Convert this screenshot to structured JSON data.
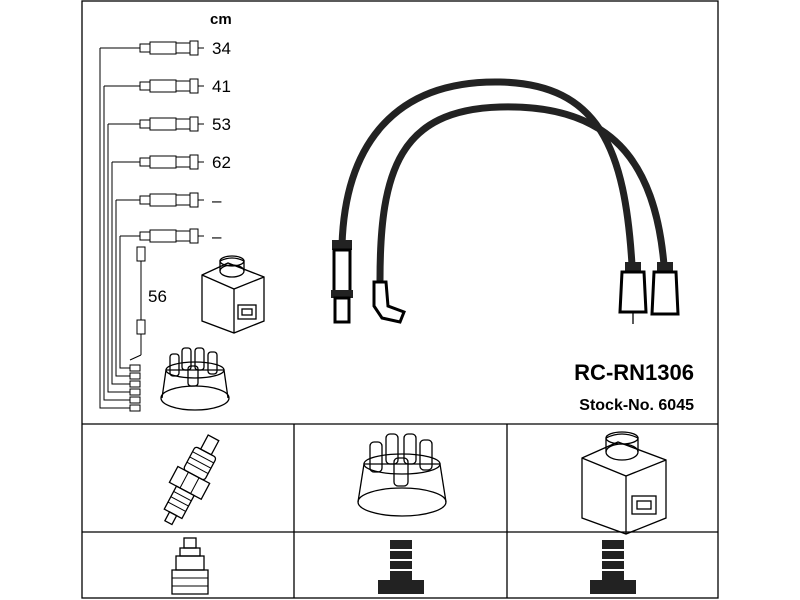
{
  "diagram": {
    "unit": "cm",
    "lead_lengths": [
      "34",
      "41",
      "53",
      "62",
      "–",
      "–"
    ],
    "coil_lead_length": "56",
    "part_code": "RC-RN1306",
    "stock_number": "Stock-No. 6045"
  },
  "icons": {
    "coil": "ignition-coil-icon",
    "distributor_cap": "distributor-cap-icon",
    "spark_plug": "spark-plug-icon",
    "terminal": "connector-terminal-icon"
  }
}
